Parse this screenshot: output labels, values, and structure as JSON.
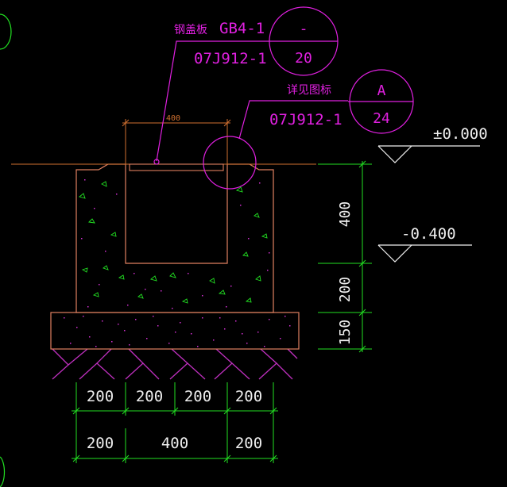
{
  "colors": {
    "background": "#000000",
    "magenta": "#e020e0",
    "green": "#22e022",
    "white": "#f0f0f0",
    "orange": "#d07030",
    "salmon": "#e08060",
    "hatch": "#c030c0"
  },
  "callout_cover": {
    "title": "钢盖板",
    "spec": "GB4-1",
    "atlas": "07J912-1",
    "circle_top": "-",
    "circle_bottom": "20"
  },
  "callout_detail": {
    "title": "详见图标",
    "atlas": "07J912-1",
    "circle_top": "A",
    "circle_bottom": "24"
  },
  "trench": {
    "opening_width_label": "400"
  },
  "elevations": {
    "ground": "±0.000",
    "bottom": "-0.400"
  },
  "vertical_dims": [
    "400",
    "200",
    "150"
  ],
  "horizontal_dims": {
    "row1": [
      "200",
      "200",
      "200",
      "200"
    ],
    "row2": [
      "200",
      "400",
      "200"
    ]
  }
}
